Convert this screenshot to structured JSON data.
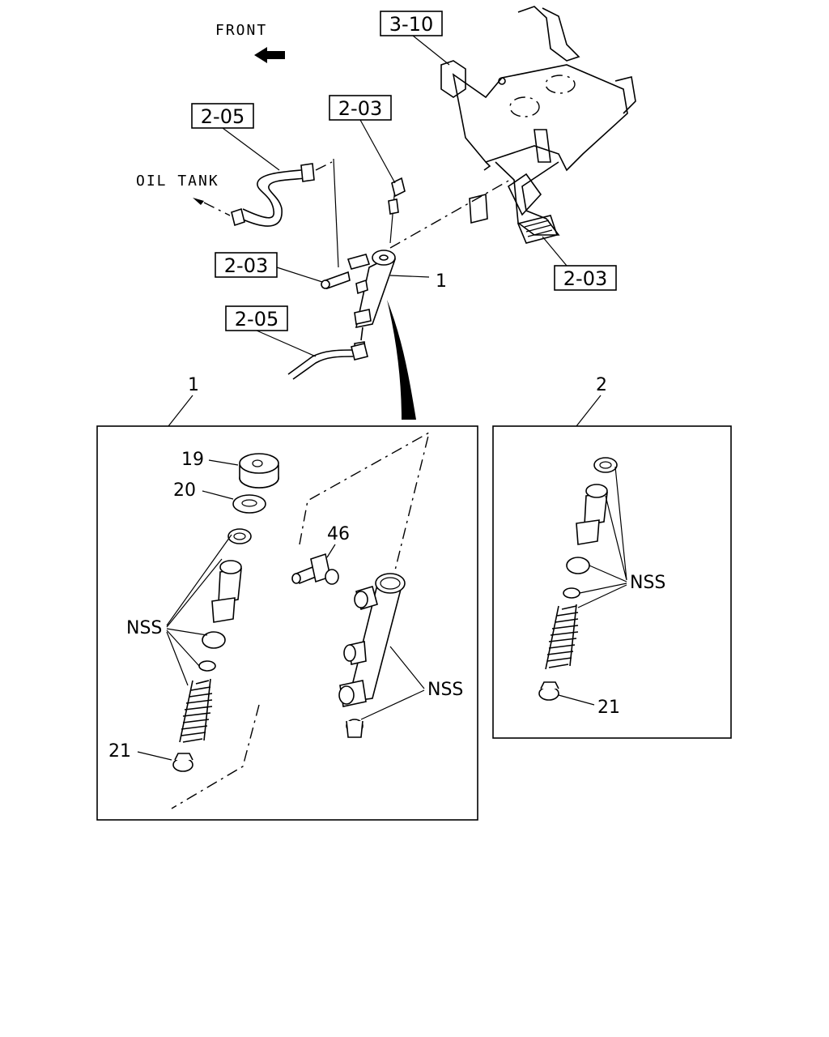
{
  "direction": {
    "front": "FRONT",
    "oil_tank": "OIL TANK"
  },
  "refs": {
    "r_3_10": "3-10",
    "r_2_05_top": "2-05",
    "r_2_03_top": "2-03",
    "r_2_03_left": "2-03",
    "r_2_03_right": "2-03",
    "r_2_05_bottom": "2-05"
  },
  "callouts": {
    "main_cylinder": "1",
    "detail_1_title": "1",
    "detail_2_title": "2"
  },
  "detail_1": {
    "p19": "19",
    "p20": "20",
    "p46": "46",
    "nss_left": "NSS",
    "nss_right": "NSS",
    "p21": "21"
  },
  "detail_2": {
    "nss": "NSS",
    "p21": "21"
  }
}
